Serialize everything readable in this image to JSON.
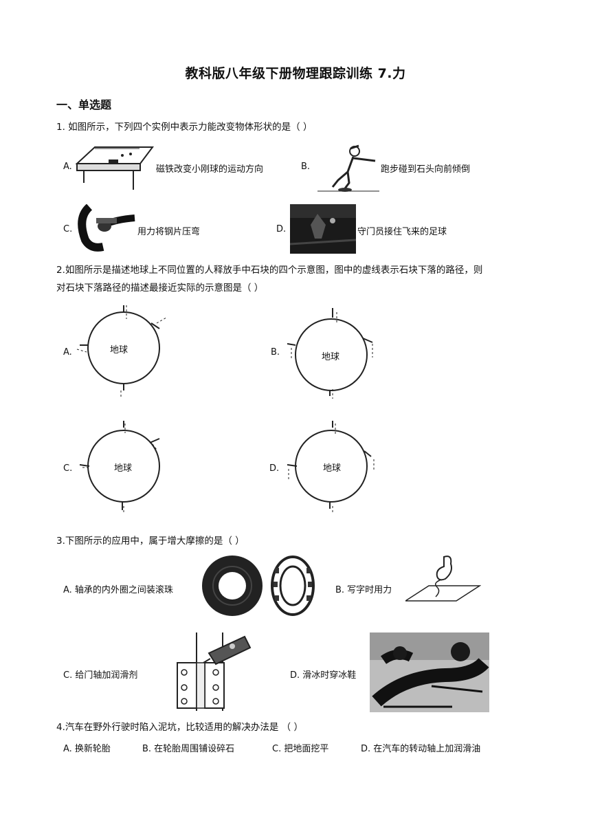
{
  "title": "教科版八年级下册物理跟踪训练  7.力",
  "section1": "一、单选题",
  "q1": {
    "stem": "1.  如图所示，下列四个实例中表示力能改变物体形状的是（        ）",
    "A": {
      "letter": "A.",
      "text": "磁铁改变小刚球的运动方向"
    },
    "B": {
      "letter": "B.",
      "text": "跑步碰到石头向前倾倒"
    },
    "C": {
      "letter": "C.",
      "text": "用力将钢片压弯"
    },
    "D": {
      "letter": "D.",
      "text": "守门员接住飞来的足球"
    }
  },
  "q2": {
    "stem_line1": "2.如图所示是描述地球上不同位置的人释放手中石块的四个示意图，图中的虚线表示石块下落的路径，则",
    "stem_line2": "对石块下落路径的描述最接近实际的示意图是（     ）",
    "A": "A.",
    "B": "B.",
    "C": "C.",
    "D": "D.",
    "earth_label": "地球"
  },
  "q3": {
    "stem": "3.下图所示的应用中，属于增大摩擦的是（      ）",
    "A": "A. 轴承的内外圈之间装滚珠",
    "B": "B. 写字时用力",
    "C": "C. 给门轴加润滑剂",
    "D": "D. 滑冰时穿冰鞋"
  },
  "q4": {
    "stem": "4.汽车在野外行驶时陷入泥坑，比较适用的解决办法是   （      ）",
    "A": "A. 换新轮胎",
    "B": "B. 在轮胎周围铺设碎石",
    "C": "C. 把地面挖平",
    "D": "D. 在汽车的转动轴上加润滑油"
  }
}
